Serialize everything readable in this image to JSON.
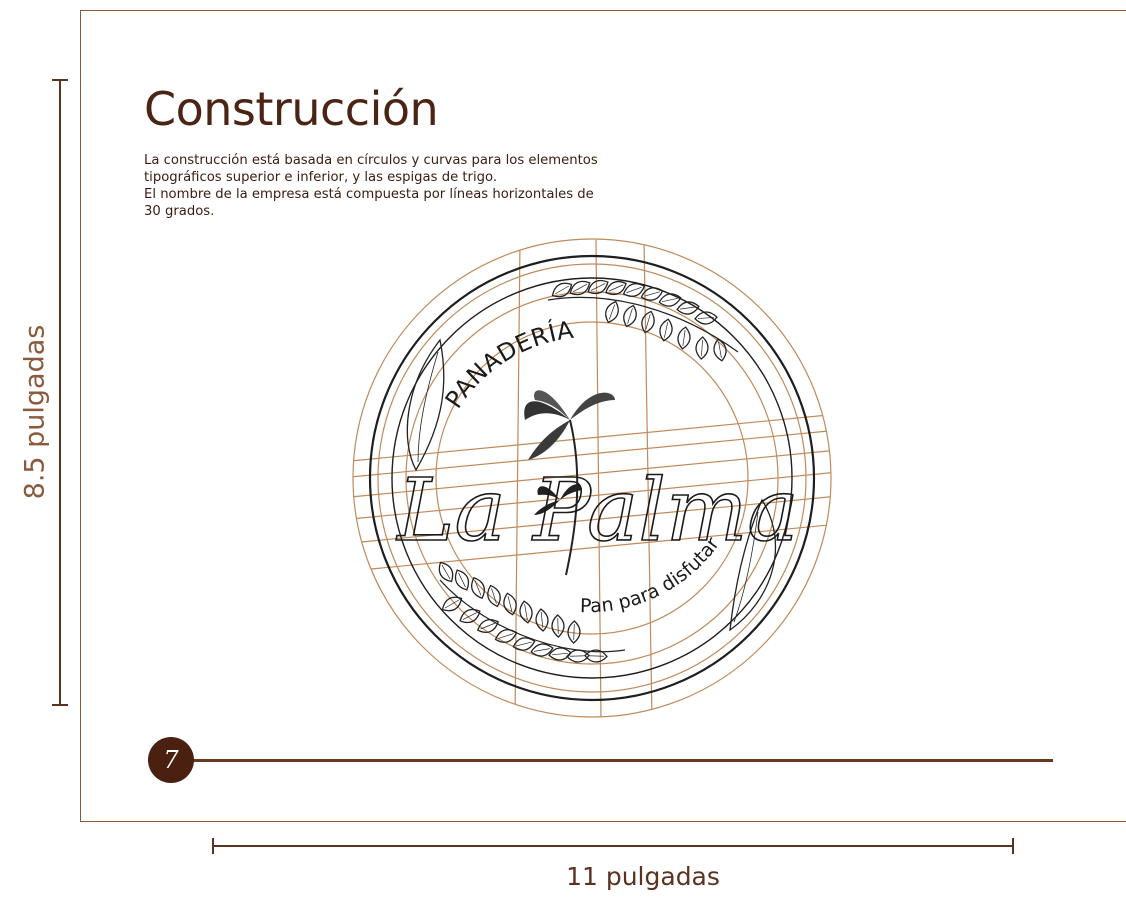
{
  "section": {
    "title": "Construcción",
    "description_lines": [
      "La construcción está basada en círculos y curvas para los elementos",
      "tipográficos superior e inferior, y las espigas de trigo.",
      "El nombre de la empresa está compuesta por líneas horizontales de",
      "30 grados."
    ]
  },
  "logo": {
    "top_text": "PANADERÍA",
    "name": "La Palma",
    "tagline": "Pan para disfutar"
  },
  "dimensions": {
    "height_label": "8.5 pulgadas",
    "width_label": "11 pulgadas"
  },
  "page": {
    "number": "7"
  },
  "colors": {
    "brown_dark": "#4a2414",
    "guide_orange": "#c08a5a",
    "dimension_brown": "#6a3820",
    "ink": "#1e1e1e"
  }
}
